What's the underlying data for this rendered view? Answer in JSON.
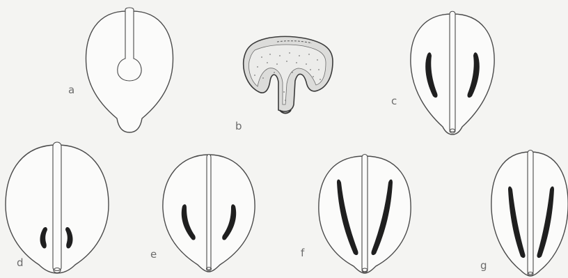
{
  "labels": {
    "a": "a",
    "b": "b",
    "c": "c",
    "d": "d",
    "e": "e",
    "f": "f",
    "g": "g"
  }
}
